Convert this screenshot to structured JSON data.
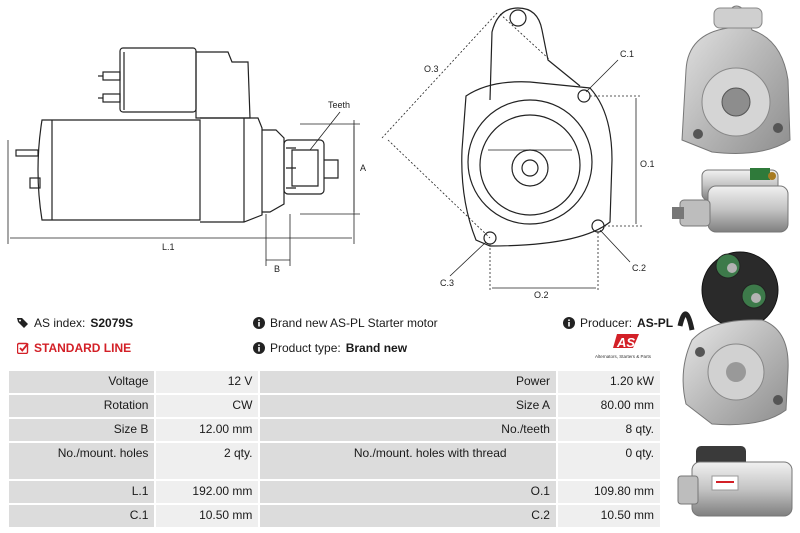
{
  "drawing_left": {
    "teeth_label": "Teeth",
    "a_label": "A",
    "l1_label": "L.1",
    "b_label": "B"
  },
  "drawing_right": {
    "o3_label": "O.3",
    "c1_label": "C.1",
    "o1_label": "O.1",
    "c3_label": "C.3",
    "c2_label": "C.2",
    "o2_label": "O.2"
  },
  "info": {
    "as_index_label": "AS index:",
    "as_index_value": "S2079S",
    "standard_line": "STANDARD LINE",
    "description": "Brand new AS-PL Starter motor",
    "product_type_label": "Product type:",
    "product_type_value": "Brand new",
    "producer_label": "Producer:",
    "producer_value": "AS-PL"
  },
  "logo": {
    "text": "AS",
    "tagline": "Alternators, Starters & Parts",
    "color": "#d32027"
  },
  "specs": [
    {
      "label1": "Voltage",
      "value1": "12 V",
      "label2": "Power",
      "value2": "1.20 kW"
    },
    {
      "label1": "Rotation",
      "value1": "CW",
      "label2": "Size A",
      "value2": "80.00 mm"
    },
    {
      "label1": "Size B",
      "value1": "12.00 mm",
      "label2": "No./teeth",
      "value2": "8 qty."
    },
    {
      "label1": "No./mount. holes",
      "value1": "2 qty.",
      "label2": "No./mount. holes with thread",
      "value2": "0 qty."
    },
    {
      "label1": "L.1",
      "value1": "192.00 mm",
      "label2": "O.1",
      "value2": "109.80 mm"
    },
    {
      "label1": "C.1",
      "value1": "10.50 mm",
      "label2": "C.2",
      "value2": "10.50 mm"
    }
  ]
}
